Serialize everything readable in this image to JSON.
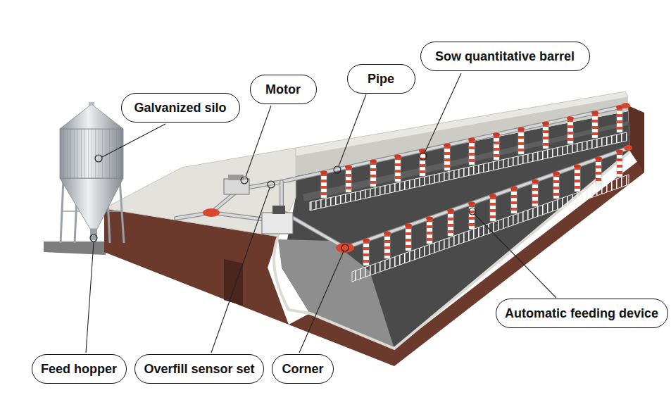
{
  "diagram": {
    "nodes": [
      {
        "text": [
          "Sow quantitative barrel"
        ]
      },
      {
        "text": [
          "Pipe"
        ]
      },
      {
        "text": [
          "Motor"
        ]
      },
      {
        "text": [
          "Galvanized silo"
        ]
      },
      {
        "text": [
          "Automatic feeding device"
        ]
      },
      {
        "text": [
          "Feed hopper"
        ]
      },
      {
        "text": [
          "Overfill sensor set"
        ]
      },
      {
        "text": [
          "Corner"
        ]
      }
    ]
  }
}
